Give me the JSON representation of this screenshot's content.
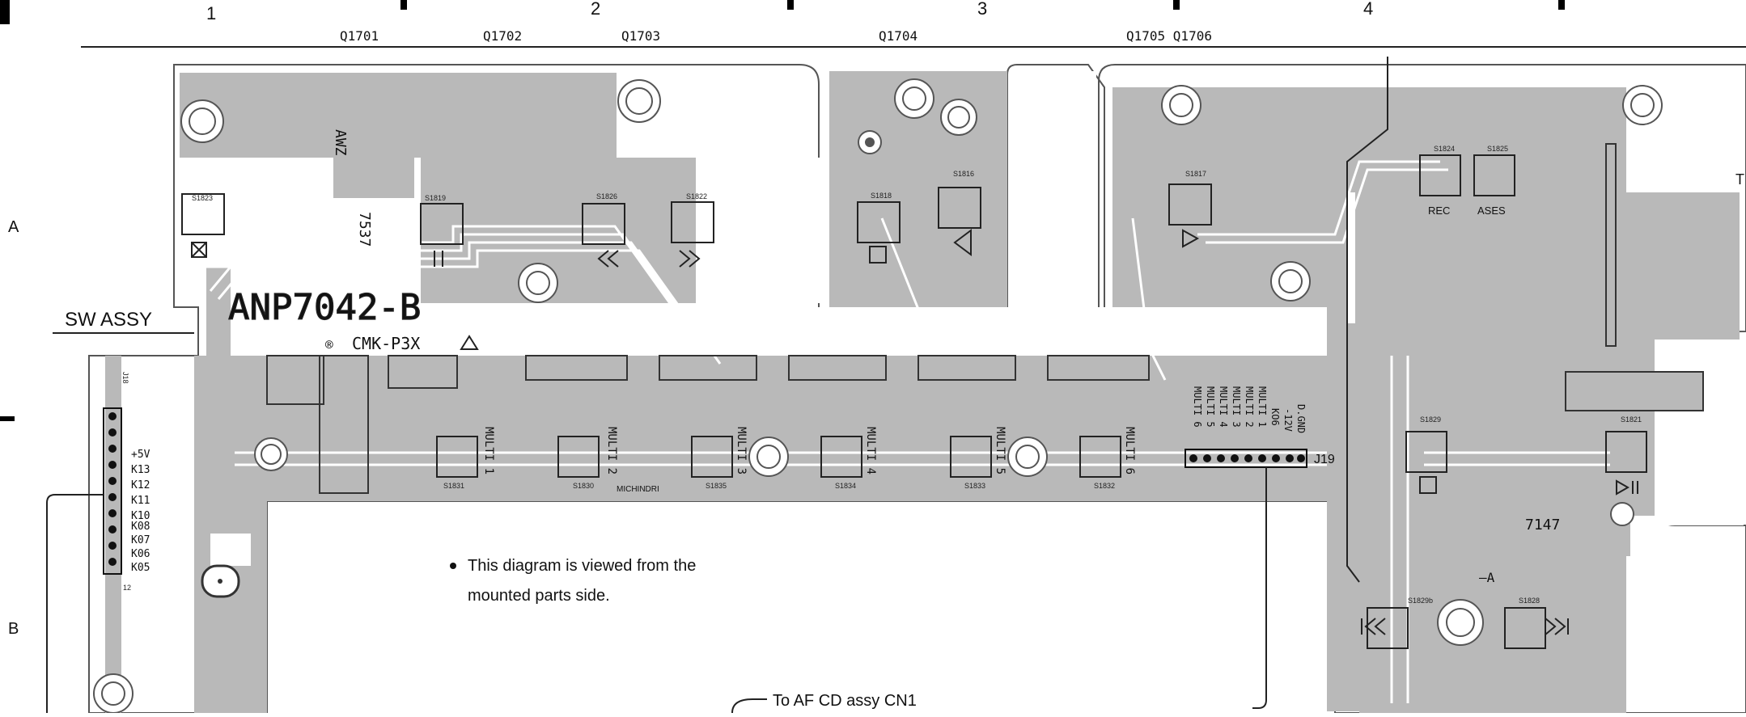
{
  "grid": {
    "columns": [
      "1",
      "2",
      "3",
      "4"
    ],
    "rows": [
      "A",
      "B"
    ]
  },
  "top_refs": [
    "Q1701",
    "Q1702",
    "Q1703",
    "Q1704",
    "Q1705 Q1706"
  ],
  "board": {
    "assy_label": "SW ASSY",
    "part_number": "ANP7042-B",
    "ul_mark": "CMK-P3X",
    "awz_label": "AWZ",
    "awz_code": "7537",
    "code_7147": "7147",
    "minus_a": "–A",
    "edge_letter": "T",
    "connector_j18": "J18",
    "connector_j19": "J19",
    "michindri": "MICHINDRI"
  },
  "switches": [
    {
      "ref": "S1823",
      "symbol": "rect-x"
    },
    {
      "ref": "S1819",
      "symbol": "pause"
    },
    {
      "ref": "S1826",
      "symbol": "rewind"
    },
    {
      "ref": "S1822",
      "symbol": "forward"
    },
    {
      "ref": "S1818",
      "symbol": "stop"
    },
    {
      "ref": "S1816",
      "symbol": "triangle"
    },
    {
      "ref": "S1817",
      "symbol": "play"
    },
    {
      "ref": "S1824",
      "text": "REC"
    },
    {
      "ref": "S1825",
      "text": "ASES"
    },
    {
      "ref": "S1829",
      "symbol": "square"
    },
    {
      "ref": "S1821",
      "symbol": "play-pause"
    },
    {
      "ref": "S1828",
      "symbol": "next"
    },
    {
      "ref": "S1829b",
      "symbol": "prev"
    }
  ],
  "bottom_switches": [
    "S1831",
    "S1830",
    "S1835",
    "S1834",
    "S1833",
    "S1832"
  ],
  "multi_labels": [
    "MULTI 1",
    "MULTI 2",
    "MULTI 3",
    "MULTI 4",
    "MULTI 5",
    "MULTI 6"
  ],
  "j18_pins": [
    "+5V",
    "K13",
    "K12",
    "K11",
    "K10",
    "K08",
    "K07",
    "K06",
    "K05"
  ],
  "j19_labels": [
    "D.GND",
    "-12V",
    "KO6",
    "MULTI 1",
    "MULTI 2",
    "MULTI 3",
    "MULTI 4",
    "MULTI 5",
    "MULTI 6"
  ],
  "notes": {
    "viewed_line1": "This diagram is viewed from the",
    "viewed_line2": "mounted parts side.",
    "to_af": "To AF CD assy CN1"
  },
  "colors": {
    "board_fill": "#ffffff",
    "copper": "#b9b9b9",
    "trace": "#8c8c8c",
    "outline": "#444444"
  }
}
